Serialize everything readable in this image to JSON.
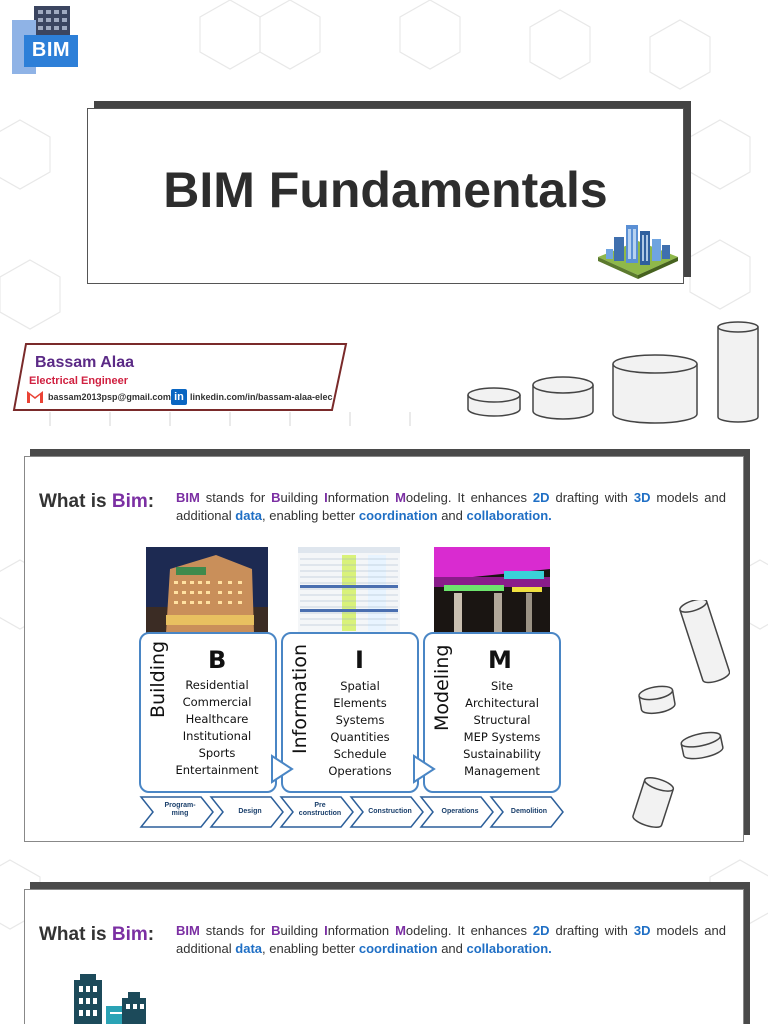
{
  "logo": {
    "text": "BIM"
  },
  "title": "BIM Fundamentals",
  "author": {
    "name": "Bassam Alaa",
    "role": "Electrical Engineer",
    "email": "bassam2013psp@gmail.com",
    "linkedin": "linkedin.com/in/bassam-alaa-elec"
  },
  "section1": {
    "label_prefix": "What is ",
    "label_accent": "Bim",
    "label_suffix": ":",
    "desc": {
      "bim": "BIM",
      "t1": " stands for ",
      "b": "B",
      "t2": "uilding ",
      "i": "I",
      "t3": "nformation ",
      "m": "M",
      "t4": "odeling. It enhances ",
      "d2": "2D",
      "t5": " drafting with ",
      "d3": "3D",
      "t6": " models and additional ",
      "data": "data",
      "t7": ", enabling better ",
      "coord": "coordination",
      "t8": " and ",
      "collab": "collaboration."
    }
  },
  "diagram": {
    "columns": [
      {
        "word": "Building",
        "letter": "B",
        "items": [
          "Residential",
          "Commercial",
          "Healthcare",
          "Institutional",
          "Sports",
          "Entertainment"
        ]
      },
      {
        "word": "Information",
        "letter": "I",
        "items": [
          "Spatial",
          "Elements",
          "Systems",
          "Quantities",
          "Schedule",
          "Operations"
        ]
      },
      {
        "word": "Modeling",
        "letter": "M",
        "items": [
          "Site",
          "Architectural",
          "Structural",
          "MEP Systems",
          "Sustainability",
          "Management"
        ]
      }
    ],
    "phases": [
      "Program-\nming",
      "Design",
      "Pre\nconstruction",
      "Construction",
      "Operations",
      "Demolition"
    ]
  },
  "section2": {
    "label_prefix": "What is ",
    "label_accent": "Bim",
    "label_suffix": ":",
    "desc": {
      "bim": "BIM",
      "t1": " stands for ",
      "b": "B",
      "t2": "uilding ",
      "i": "I",
      "t3": "nformation ",
      "m": "M",
      "t4": "odeling. It enhances ",
      "d2": "2D",
      "t5": " drafting with ",
      "d3": "3D",
      "t6": " models and additional ",
      "data": "data",
      "t7": ", enabling better ",
      "coord": "coordination",
      "t8": " and ",
      "collab": "collaboration."
    }
  },
  "colors": {
    "accent_purple": "#7b2fa3",
    "accent_blue": "#1f6fc5",
    "role_red": "#d02040",
    "diagram_blue": "#4a86c5"
  }
}
